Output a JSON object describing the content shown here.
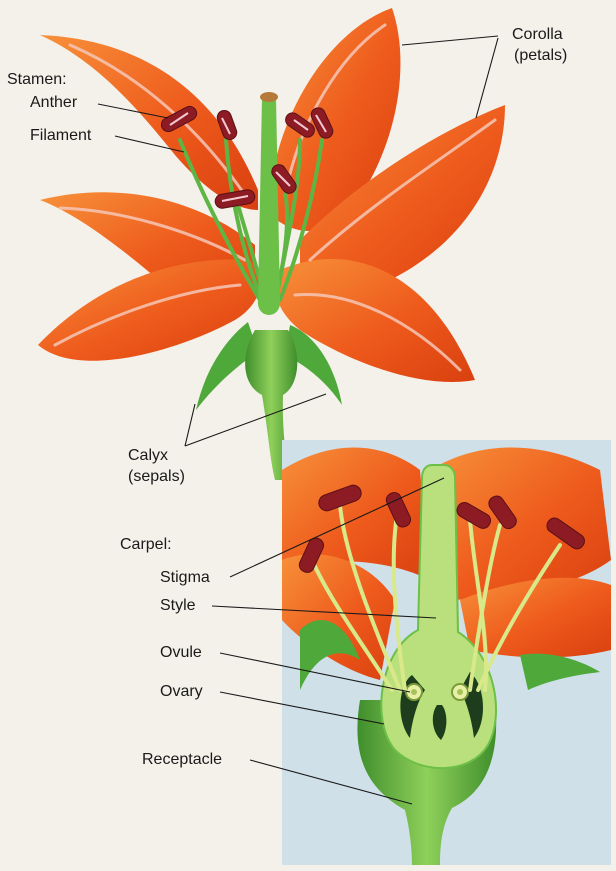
{
  "labels": {
    "stamen": "Stamen:",
    "anther": "Anther",
    "filament": "Filament",
    "corolla": "Corolla",
    "corolla_sub": "(petals)",
    "calyx": "Calyx",
    "calyx_sub": "(sepals)",
    "carpel": "Carpel:",
    "stigma": "Stigma",
    "style": "Style",
    "ovule": "Ovule",
    "ovary": "Ovary",
    "receptacle": "Receptacle"
  },
  "colors": {
    "background": "#f4f1ea",
    "petal": "#ee5a1c",
    "petal_light": "#f7913a",
    "petal_stripe": "#f6c7b7",
    "anther": "#8d1b24",
    "stem_green": "#5fb544",
    "pistil_light": "#b9e07c",
    "inset_background": "#cfe0e8",
    "leader_line": "#1a1a1a"
  }
}
